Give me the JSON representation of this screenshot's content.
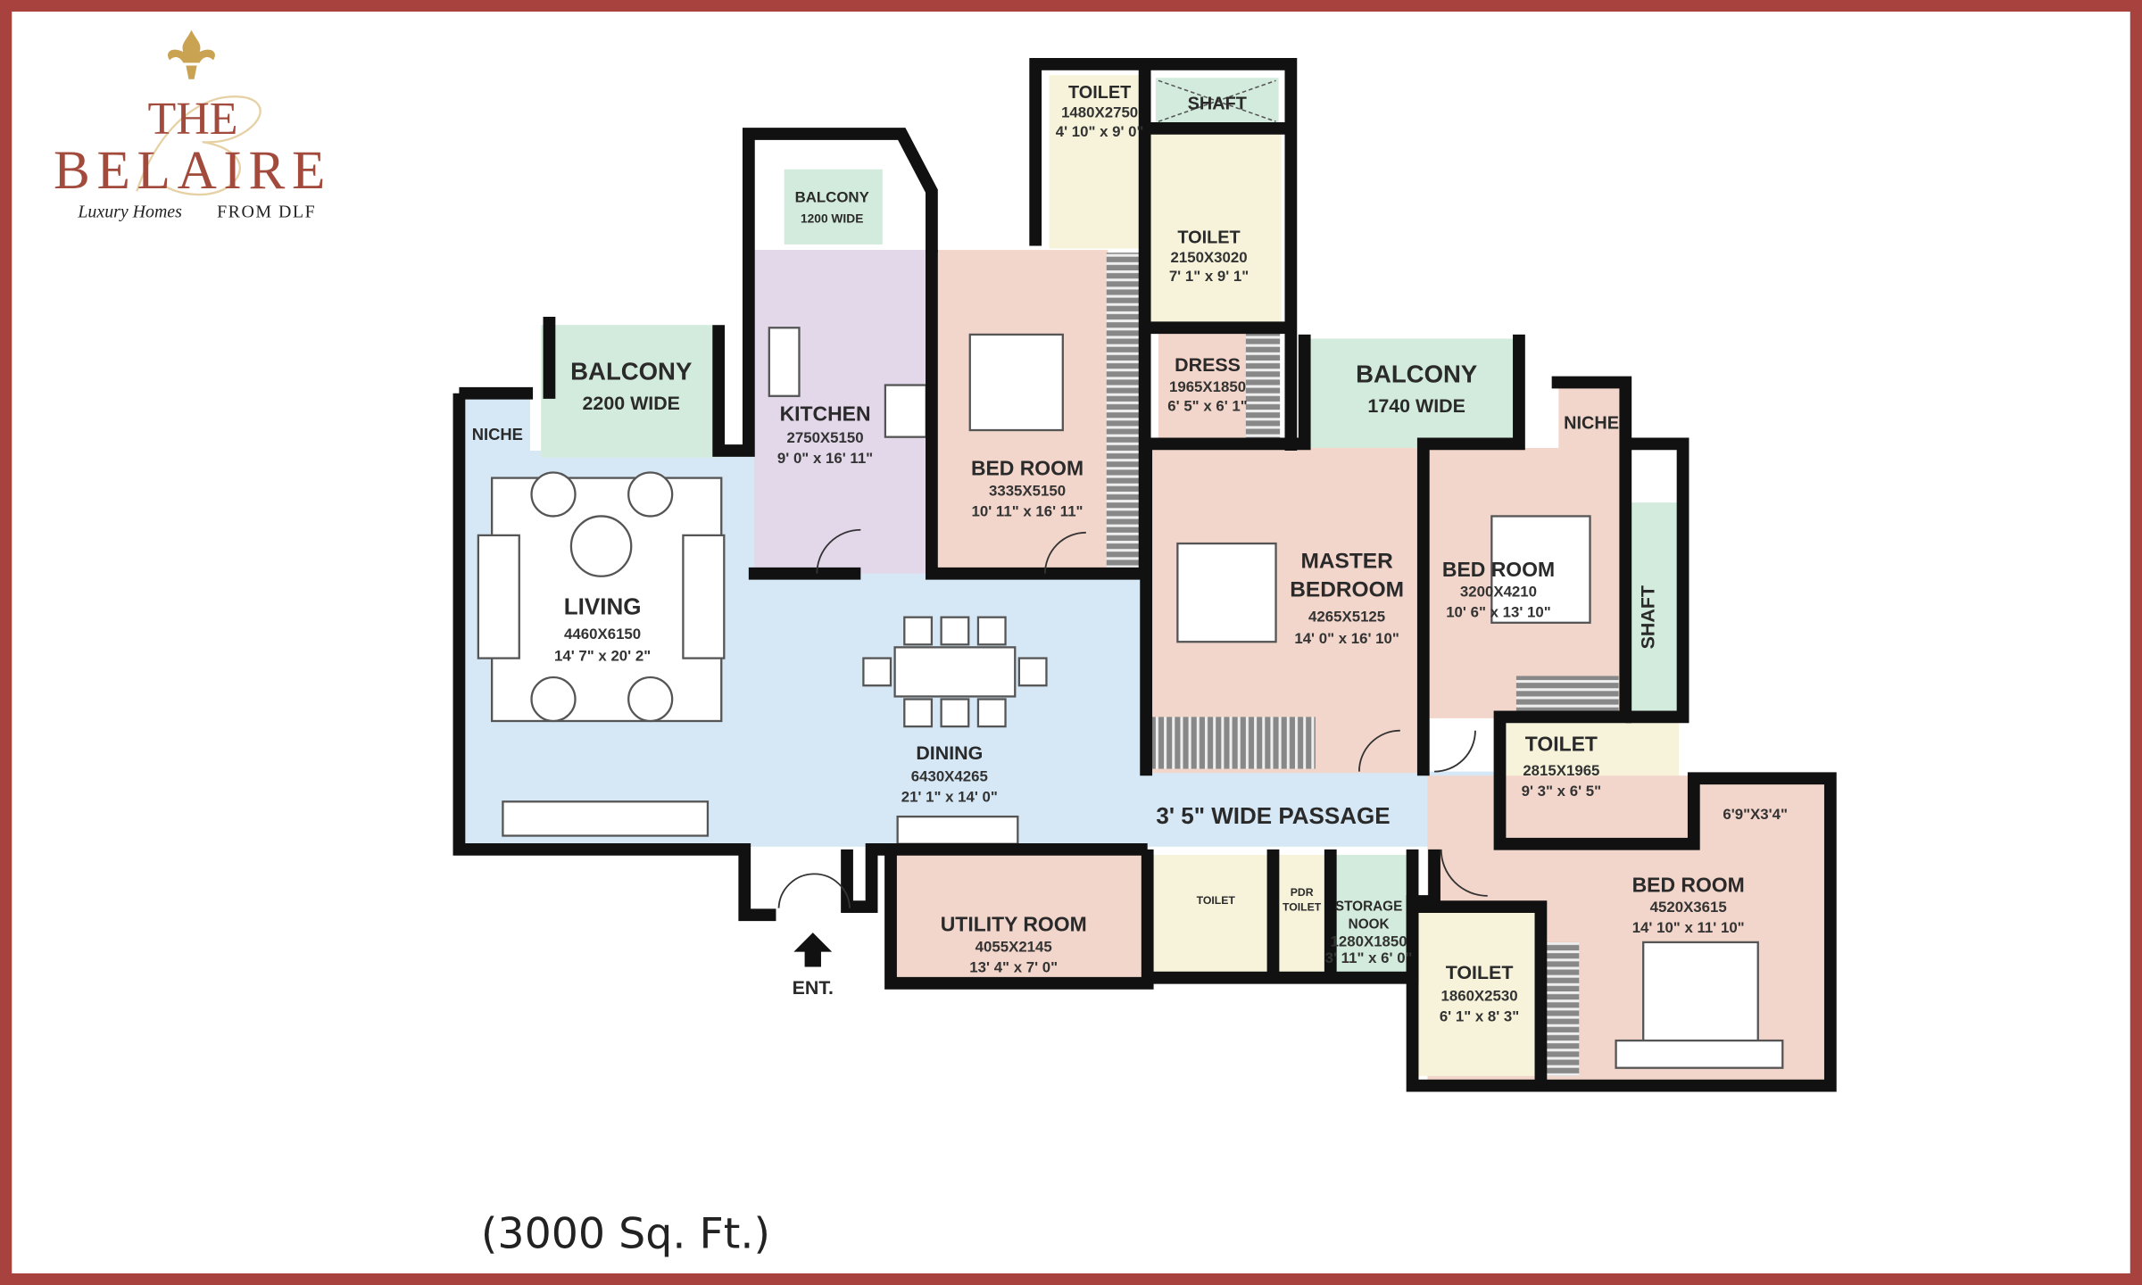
{
  "brand": {
    "line1": "THE",
    "line2": "BELAIRE",
    "tagline_script": "Luxury Homes",
    "tagline": "FROM DLF"
  },
  "colors": {
    "frame": "#a8423f",
    "living": "#d6e8f5",
    "kitchen": "#e3d7ea",
    "bedroom": "#f3d6cb",
    "toilet": "#f6f3da",
    "balcony": "#d3ebdc",
    "logo_gold": "#c9a252"
  },
  "rooms": {
    "balcony_left": {
      "name": "BALCONY",
      "size": "2200 WIDE"
    },
    "niche_left": {
      "name": "NICHE"
    },
    "living": {
      "name": "LIVING",
      "mm": "4460X6150",
      "ft": "14' 7\" x 20' 2\""
    },
    "kitchen_balcony": {
      "name": "BALCONY",
      "size": "1200 WIDE"
    },
    "kitchen": {
      "name": "KITCHEN",
      "mm": "2750X5150",
      "ft": "9' 0\" x 16' 11\""
    },
    "bedroom1": {
      "name": "BED ROOM",
      "mm": "3335X5150",
      "ft": "10' 11\" x 16' 11\""
    },
    "toilet1": {
      "name": "TOILET",
      "mm": "1480X2750",
      "ft": "4' 10\" x 9' 0\""
    },
    "shaft_top": {
      "name": "SHAFT"
    },
    "toilet2": {
      "name": "TOILET",
      "mm": "2150X3020",
      "ft": "7' 1\" x 9' 1\""
    },
    "dress": {
      "name": "DRESS",
      "mm": "1965X1850",
      "ft": "6' 5\" x 6' 1\""
    },
    "balcony_right": {
      "name": "BALCONY",
      "size": "1740 WIDE"
    },
    "niche_right": {
      "name": "NICHE"
    },
    "master": {
      "name1": "MASTER",
      "name2": "BEDROOM",
      "mm": "4265X5125",
      "ft": "14' 0\" x 16' 10\""
    },
    "bedroom3": {
      "name": "BED ROOM",
      "mm": "3200X4210",
      "ft": "10' 6\" x 13' 10\""
    },
    "shaft_right": {
      "name": "SHAFT"
    },
    "dining": {
      "name": "DINING",
      "mm": "6430X4265",
      "ft": "21' 1\" x 14' 0\""
    },
    "passage": {
      "name": "3' 5\" WIDE PASSAGE"
    },
    "toilet3": {
      "name": "TOILET",
      "mm": "2815X1965",
      "ft": "9' 3\" x 6' 5\""
    },
    "bedroom4": {
      "name": "BED ROOM",
      "mm": "4520X3615",
      "ft": "14' 10\" x 11' 10\"",
      "extra": "6'9\"X3'4\""
    },
    "toilet4": {
      "name": "TOILET",
      "mm": "1860X2530",
      "ft": "6' 1\" x 8' 3\""
    },
    "utility": {
      "name": "UTILITY ROOM",
      "mm": "4055X2145",
      "ft": "13' 4\" x 7' 0\""
    },
    "servant_toilet": {
      "name": "TOILET"
    },
    "pdr_toilet": {
      "name1": "PDR",
      "name2": "TOILET"
    },
    "storage": {
      "name1": "STORAGE",
      "name2": "NOOK",
      "mm": "1280X1850",
      "ft": "3' 11\" x 6' 0\""
    },
    "entrance": {
      "name": "ENT."
    }
  },
  "area": "(3000 Sq. Ft.)"
}
